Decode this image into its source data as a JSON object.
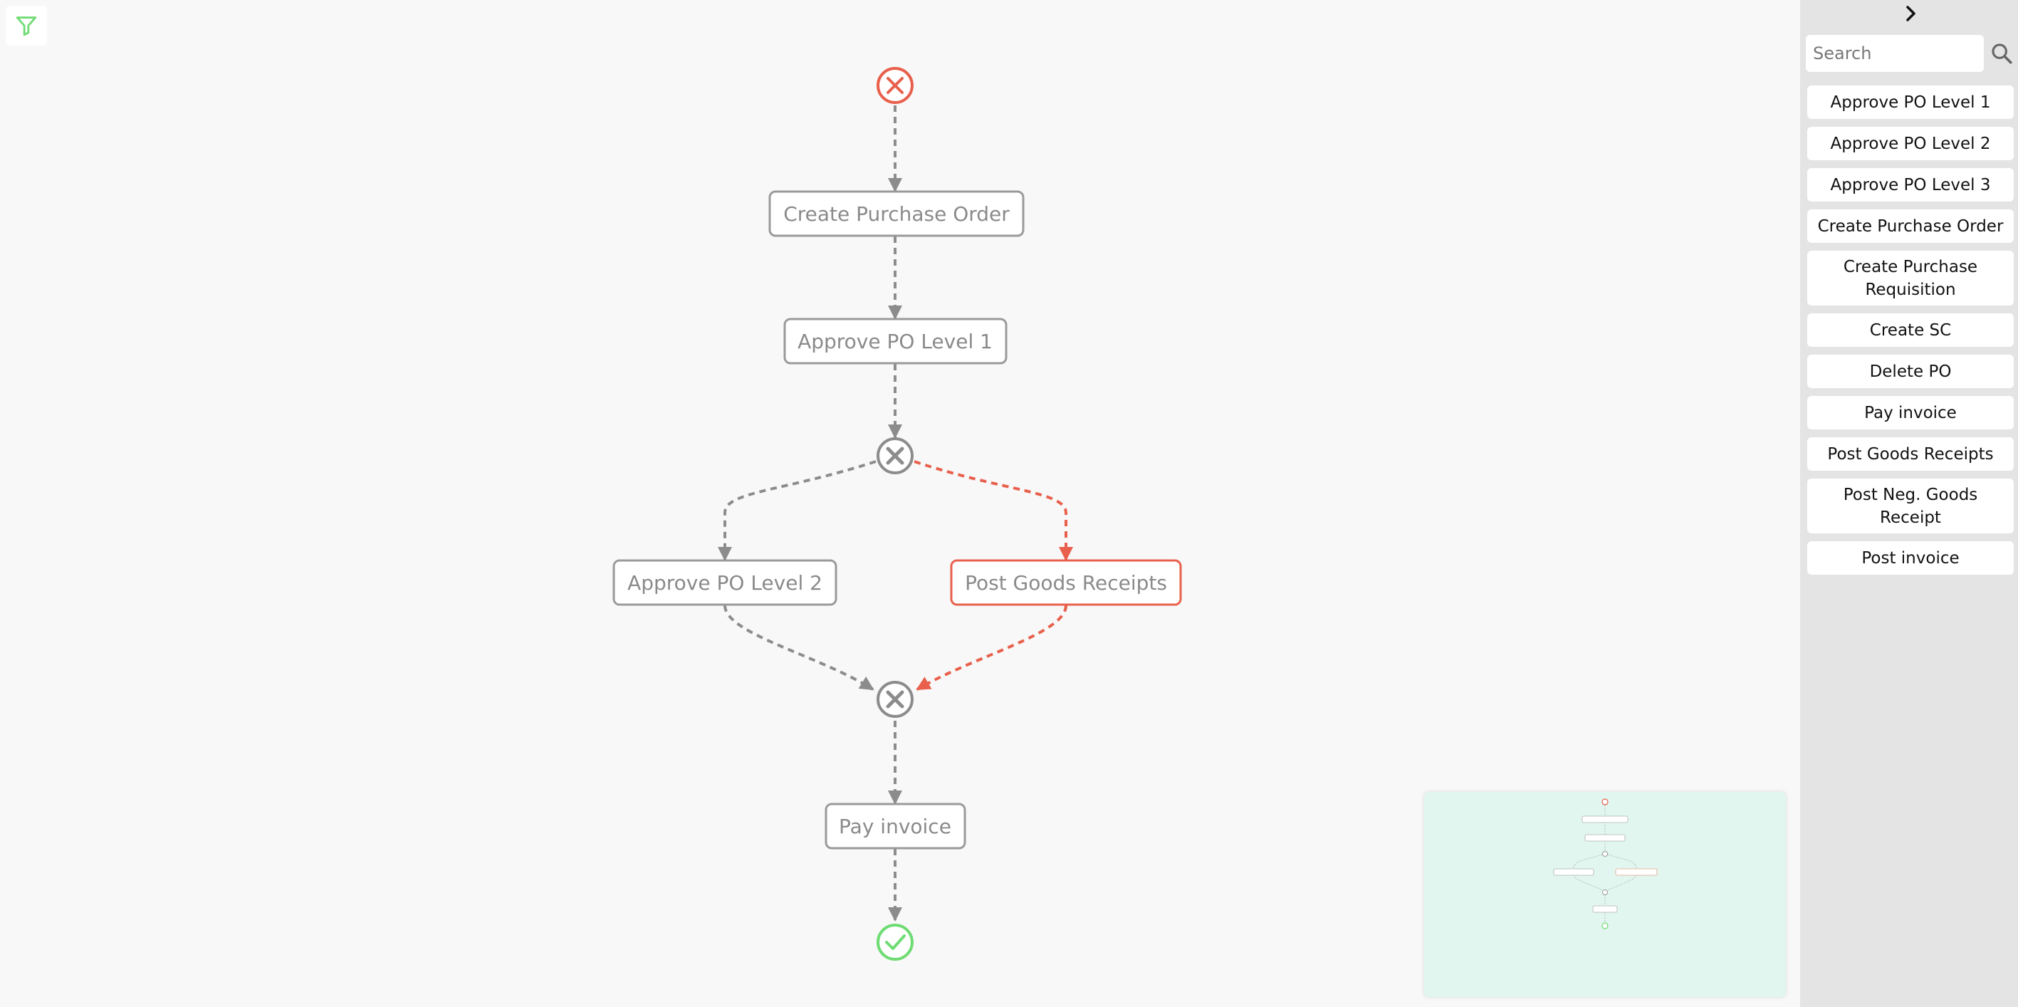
{
  "filter": {
    "icon": "filter-icon",
    "color": "#6fdc73"
  },
  "diagram": {
    "nodes": {
      "create_po": "Create Purchase Order",
      "approve_l1": "Approve PO Level 1",
      "approve_l2": "Approve PO Level 2",
      "post_goods": "Post Goods Receipts",
      "pay_invoice": "Pay invoice"
    },
    "colors": {
      "neutral": "#8c8c8c",
      "text": "#8a8a8a",
      "highlight": "#e8604c",
      "start": "#e8604c",
      "end": "#6fdc73"
    }
  },
  "sidebar": {
    "toggle_icon": "chevron-right-icon",
    "search": {
      "placeholder": "Search"
    },
    "items": [
      "Approve PO Level 1",
      "Approve PO Level 2",
      "Approve PO Level 3",
      "Create Purchase Order",
      "Create Purchase Requisition",
      "Create SC",
      "Delete PO",
      "Pay invoice",
      "Post Goods Receipts",
      "Post Neg. Goods Receipt",
      "Post invoice"
    ]
  },
  "minimap": {
    "background": "#e1f6ef"
  }
}
